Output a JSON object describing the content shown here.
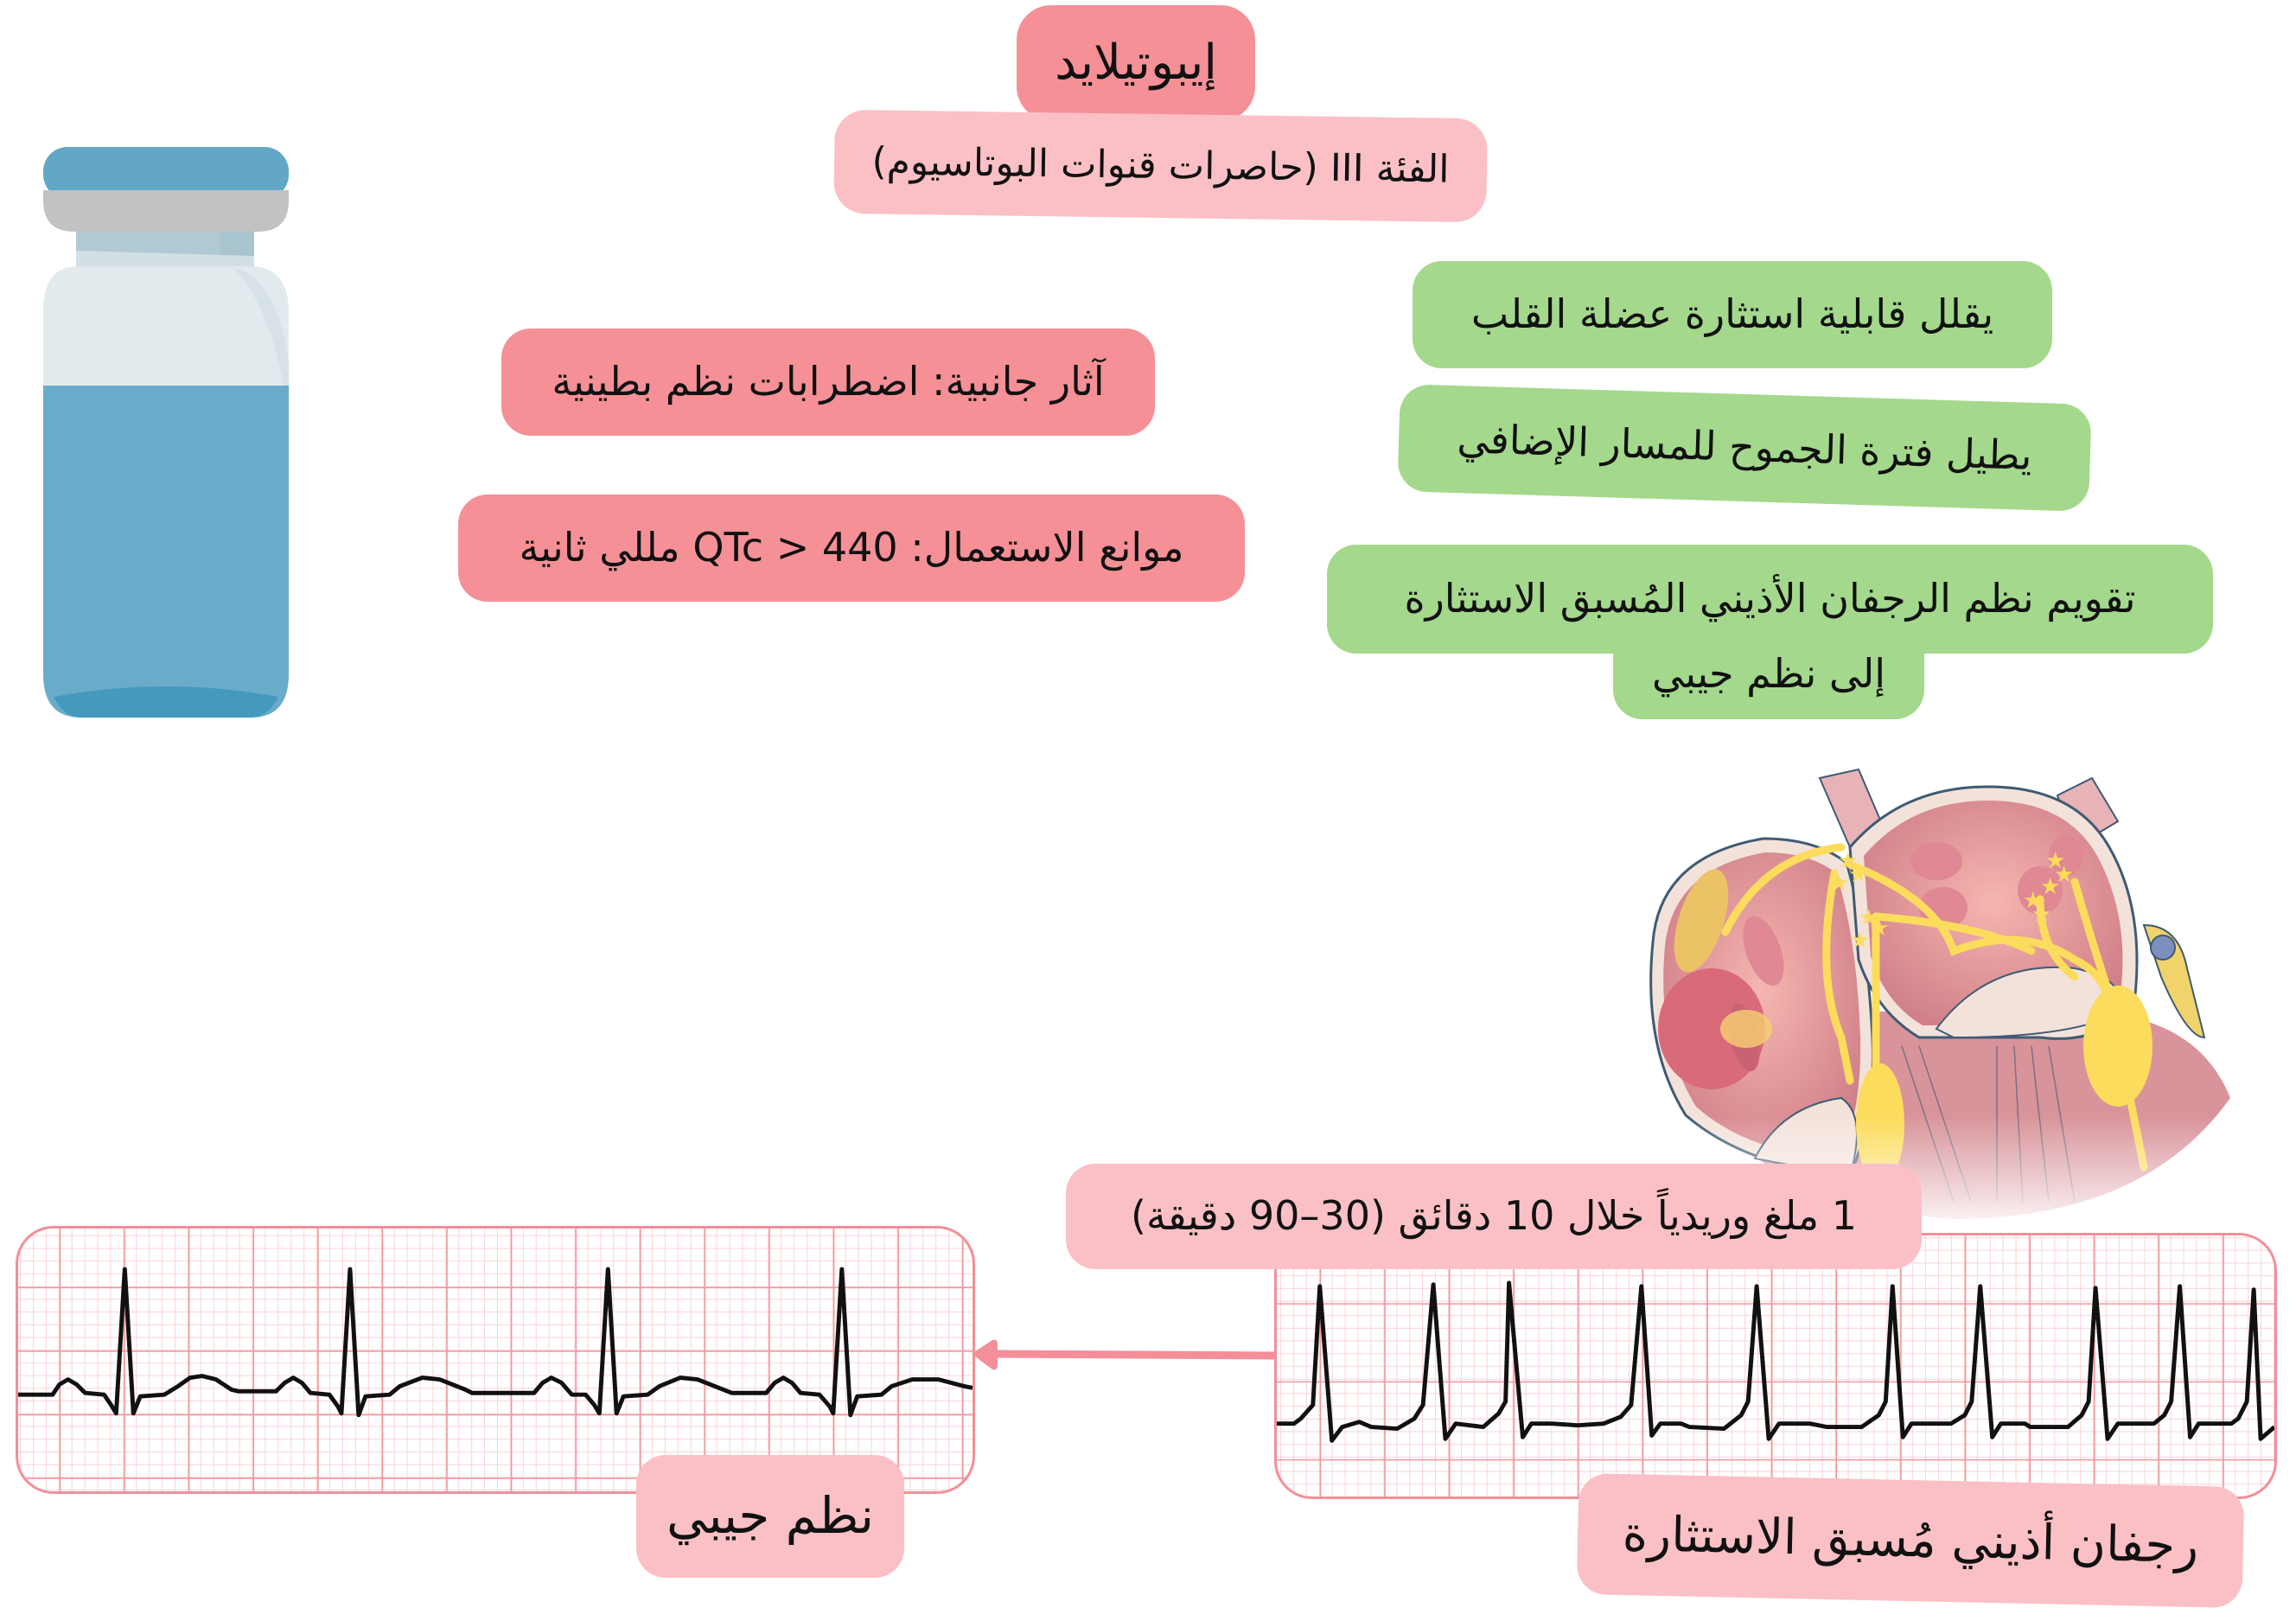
{
  "drug": {
    "name": "إيبوتيلايد",
    "class": "الفئة III (حاصرات قنوات البوتاسيوم)"
  },
  "adverse": {
    "side_effects": "آثار جانبية: اضطرابات نظم بطينية",
    "contraindications": "موانع الاستعمال: QTc > 440 مللي ثانية"
  },
  "effects": [
    {
      "label": "يقلل قابلية استثارة عضلة القلب"
    },
    {
      "label": "يطيل فترة الجموح للمسار الإضافي"
    },
    {
      "label_line1": "تقويم نظم الرجفان الأذيني المُسبق الاستثارة",
      "label_line2": "إلى نظم جيبي"
    }
  ],
  "dosage": "1 ملغ وريدياً خلال 10 دقائق (30–90 دقيقة)",
  "rhythms": {
    "before": "رجفان أذيني مُسبق الاستثارة",
    "after": "نظم جيبي"
  },
  "icons": {
    "vial": "medication-vial-icon",
    "heart": "heart-conduction-illustration",
    "arrow": "arrow-left-icon"
  },
  "colors": {
    "red_box": "#f59097",
    "pink_box": "#fbc0c5",
    "green_box": "#a4d88c",
    "ecg_grid_major": "#f28f98",
    "ecg_grid_minor": "#fcd3d6",
    "vial_blue": "#6aabca",
    "conduction_yellow": "#fcdc5c"
  }
}
